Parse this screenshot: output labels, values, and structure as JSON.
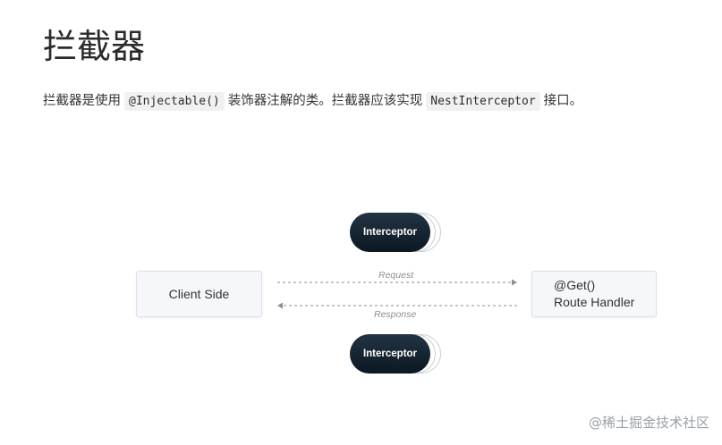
{
  "page": {
    "title": "拦截器"
  },
  "intro": {
    "text_before": "拦截器是使用",
    "code_1": "@Injectable()",
    "text_middle": "装饰器注解的类。拦截器应该实现",
    "code_2": "NestInterceptor",
    "text_after": "接口。"
  },
  "diagram": {
    "client_box": "Client Side",
    "handler_line1": "@Get()",
    "handler_line2": "Route Handler",
    "interceptor_top": "Interceptor",
    "interceptor_bottom": "Interceptor",
    "request_label": "Request",
    "response_label": "Response",
    "colors": {
      "pill_dark": "#0c1722",
      "box_bg": "#f5f7fa",
      "arrow": "#8a8f95"
    }
  },
  "watermark": {
    "text": "@稀土掘金技术社区"
  }
}
